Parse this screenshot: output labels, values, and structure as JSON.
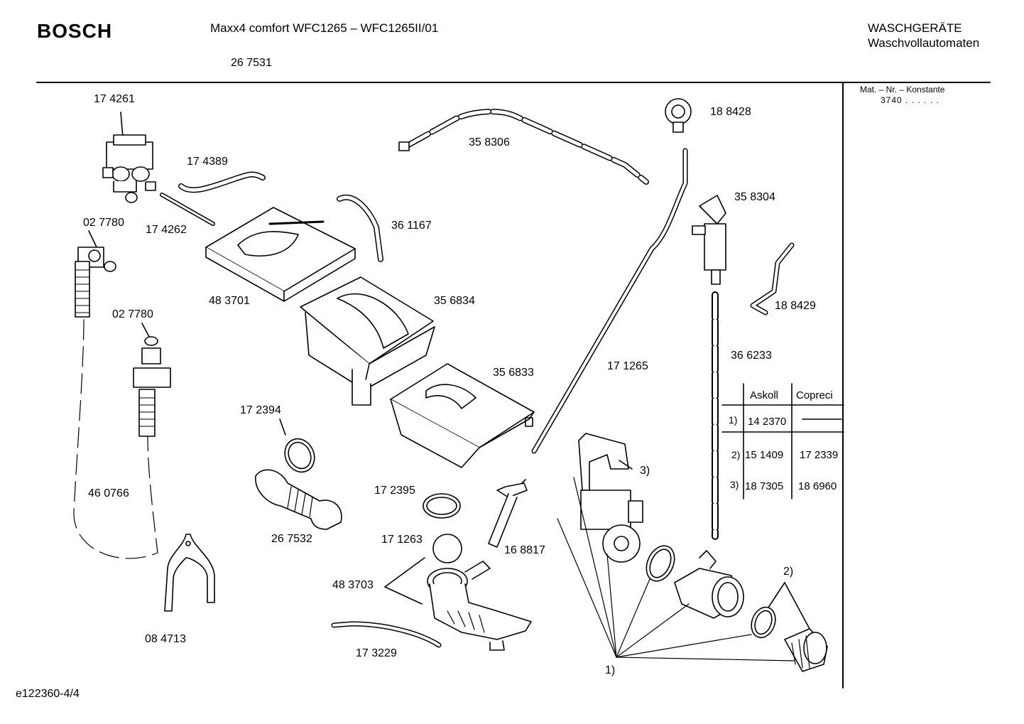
{
  "header": {
    "brand": "BOSCH",
    "model": "Maxx4 comfort WFC1265 – WFC1265II/01",
    "sub_number": "26 7531",
    "category_line1": "WASCHGERÄTE",
    "category_line2": "Waschvollautomaten"
  },
  "sidebar": {
    "mat_label": "Mat. – Nr. – Konstante",
    "mat_value": "3740 . . . . . ."
  },
  "parts": [
    "17 4261",
    "17 4389",
    "17 4262",
    "02 7780",
    "02 7780",
    "48 3701",
    "35 8306",
    "36 1167",
    "35 6834",
    "35 6833",
    "17 2394",
    "26 7532",
    "46 0766",
    "08 4713",
    "17 2395",
    "17 1263",
    "48 3703",
    "17 3229",
    "16 8817",
    "17 1265",
    "18 8428",
    "35 8304",
    "18 8429",
    "36 6233"
  ],
  "notes": {
    "n1": "1)",
    "n2": "2)",
    "n3": "3)"
  },
  "table": {
    "headers": [
      "Askoll",
      "Copreci"
    ],
    "rows": [
      {
        "key": "1)",
        "askoll": "14 2370",
        "copreci": ""
      },
      {
        "key": "2)",
        "askoll": "15 1409",
        "copreci": "17 2339"
      },
      {
        "key": "3)",
        "askoll": "18 7305",
        "copreci": "18 6960"
      }
    ]
  },
  "footer": "e122360-4/4"
}
